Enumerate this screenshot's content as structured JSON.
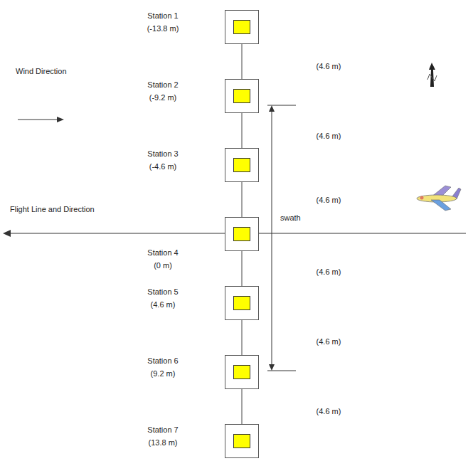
{
  "diagram": {
    "nodes": [
      {
        "text": [
          "Station 1",
          "(-13.8 m)"
        ]
      },
      {
        "text": [
          "Station 2",
          "(-9.2 m)"
        ]
      },
      {
        "text": [
          "Station 3",
          "(-4.6 m)"
        ]
      },
      {
        "text": [
          "Station 4",
          "(0 m)"
        ]
      },
      {
        "text": [
          "Station 5",
          "(4.6 m)"
        ]
      },
      {
        "text": [
          "Station 6",
          "(9.2 m)"
        ]
      },
      {
        "text": [
          "Station 7",
          "(13.8 m)"
        ]
      }
    ],
    "edges": [
      {
        "from": 0,
        "to": 1,
        "arrow": "none"
      },
      {
        "from": 1,
        "to": 2,
        "arrow": "none"
      },
      {
        "from": 2,
        "to": 3,
        "arrow": "none"
      },
      {
        "from": 3,
        "to": 4,
        "arrow": "none"
      },
      {
        "from": 4,
        "to": 5,
        "arrow": "none"
      },
      {
        "from": 5,
        "to": 6,
        "arrow": "none"
      }
    ],
    "labels": [
      "Wind Direction",
      "Flight Line and Direction",
      "swath",
      "(4.6 m)",
      "(4.6 m)",
      "(4.6 m)",
      "(4.6 m)",
      "(4.6 m)",
      "(4.6 m)"
    ]
  }
}
